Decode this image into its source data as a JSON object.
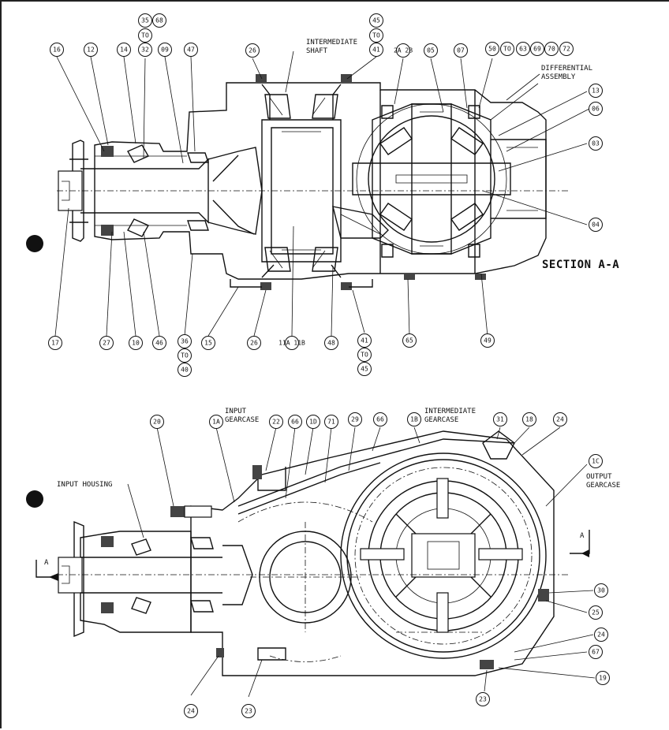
{
  "section_title": "SECTION A-A",
  "top_view": {
    "text_labels": [
      {
        "id": "intermediate-shaft",
        "lines": [
          "INTERMEDIATE",
          "SHAFT"
        ]
      },
      {
        "id": "differential-assembly",
        "lines": [
          "DIFFERENTIAL",
          "ASSEMBLY"
        ]
      }
    ],
    "callouts": [
      {
        "id": "c16",
        "text": "16"
      },
      {
        "id": "c12",
        "text": "12"
      },
      {
        "id": "c14",
        "text": "14"
      },
      {
        "id": "c35",
        "text": "35"
      },
      {
        "id": "c68",
        "text": "68"
      },
      {
        "id": "cTO1",
        "text": "TO"
      },
      {
        "id": "c32",
        "text": "32"
      },
      {
        "id": "c09",
        "text": "09"
      },
      {
        "id": "c47",
        "text": "47"
      },
      {
        "id": "c26a",
        "text": "26"
      },
      {
        "id": "c45a",
        "text": "45"
      },
      {
        "id": "cTO2",
        "text": "TO"
      },
      {
        "id": "c41a",
        "text": "41"
      },
      {
        "id": "c2a",
        "text": "2A 2B"
      },
      {
        "id": "c05",
        "text": "05"
      },
      {
        "id": "c07",
        "text": "07"
      },
      {
        "id": "c50",
        "text": "50"
      },
      {
        "id": "cTO3",
        "text": "TO"
      },
      {
        "id": "c63",
        "text": "63"
      },
      {
        "id": "c69",
        "text": "69"
      },
      {
        "id": "c70",
        "text": "70"
      },
      {
        "id": "c72",
        "text": "72"
      },
      {
        "id": "c13",
        "text": "13"
      },
      {
        "id": "c06",
        "text": "06"
      },
      {
        "id": "c03",
        "text": "03"
      },
      {
        "id": "c04",
        "text": "04"
      },
      {
        "id": "c17",
        "text": "17"
      },
      {
        "id": "c27",
        "text": "27"
      },
      {
        "id": "c10",
        "text": "10"
      },
      {
        "id": "c46",
        "text": "46"
      },
      {
        "id": "c36",
        "text": "36"
      },
      {
        "id": "cTO4",
        "text": "TO"
      },
      {
        "id": "c40",
        "text": "40"
      },
      {
        "id": "c15",
        "text": "15"
      },
      {
        "id": "c26b",
        "text": "26"
      },
      {
        "id": "c11",
        "text": "11A 11B"
      },
      {
        "id": "c48",
        "text": "48"
      },
      {
        "id": "c41b",
        "text": "41"
      },
      {
        "id": "cTO5",
        "text": "TO"
      },
      {
        "id": "c45b",
        "text": "45"
      },
      {
        "id": "c65",
        "text": "65"
      },
      {
        "id": "c49",
        "text": "49"
      }
    ]
  },
  "bottom_view": {
    "text_labels": [
      {
        "id": "input-gearcase",
        "lines": [
          "INPUT",
          "GEARCASE"
        ]
      },
      {
        "id": "intermediate-gearcase",
        "lines": [
          "INTERMEDIATE",
          "GEARCASE"
        ]
      },
      {
        "id": "output-gearcase",
        "lines": [
          "OUTPUT",
          "GEARCASE"
        ]
      },
      {
        "id": "input-housing",
        "lines": [
          "INPUT HOUSING"
        ]
      },
      {
        "id": "section-mark-left",
        "lines": [
          "A"
        ]
      },
      {
        "id": "section-mark-right",
        "lines": [
          "A"
        ]
      }
    ],
    "callouts": [
      {
        "id": "b20",
        "text": "20"
      },
      {
        "id": "b1A",
        "text": "1A"
      },
      {
        "id": "b22",
        "text": "22"
      },
      {
        "id": "b66a",
        "text": "66"
      },
      {
        "id": "b1D",
        "text": "1D"
      },
      {
        "id": "b71",
        "text": "71"
      },
      {
        "id": "b29",
        "text": "29"
      },
      {
        "id": "b66b",
        "text": "66"
      },
      {
        "id": "b1B",
        "text": "1B"
      },
      {
        "id": "b31",
        "text": "31"
      },
      {
        "id": "b18",
        "text": "18"
      },
      {
        "id": "b24a",
        "text": "24"
      },
      {
        "id": "b1C",
        "text": "1C"
      },
      {
        "id": "b30",
        "text": "30"
      },
      {
        "id": "b25",
        "text": "25"
      },
      {
        "id": "b24b",
        "text": "24"
      },
      {
        "id": "b67",
        "text": "67"
      },
      {
        "id": "b19",
        "text": "19"
      },
      {
        "id": "b23a",
        "text": "23"
      },
      {
        "id": "b24c",
        "text": "24"
      },
      {
        "id": "b23b",
        "text": "23"
      }
    ]
  }
}
